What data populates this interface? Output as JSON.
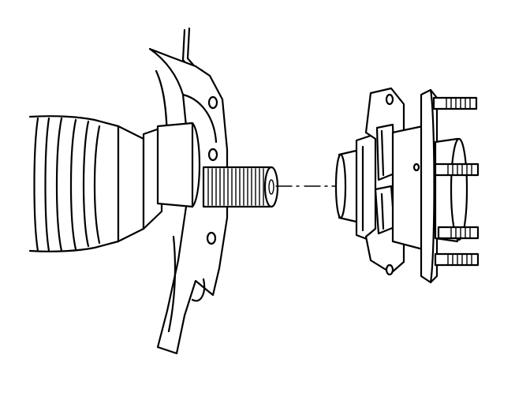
{
  "figure": {
    "kind": "technical line illustration",
    "parts": [
      "drive-axle-cv-joint",
      "steering-knuckle",
      "axle-spline-shaft",
      "wheel-hub-bearing-assembly",
      "wheel-studs"
    ],
    "line_color": "#000000",
    "background_color": "#ffffff",
    "callout_style": "dash-dot alignment line"
  }
}
